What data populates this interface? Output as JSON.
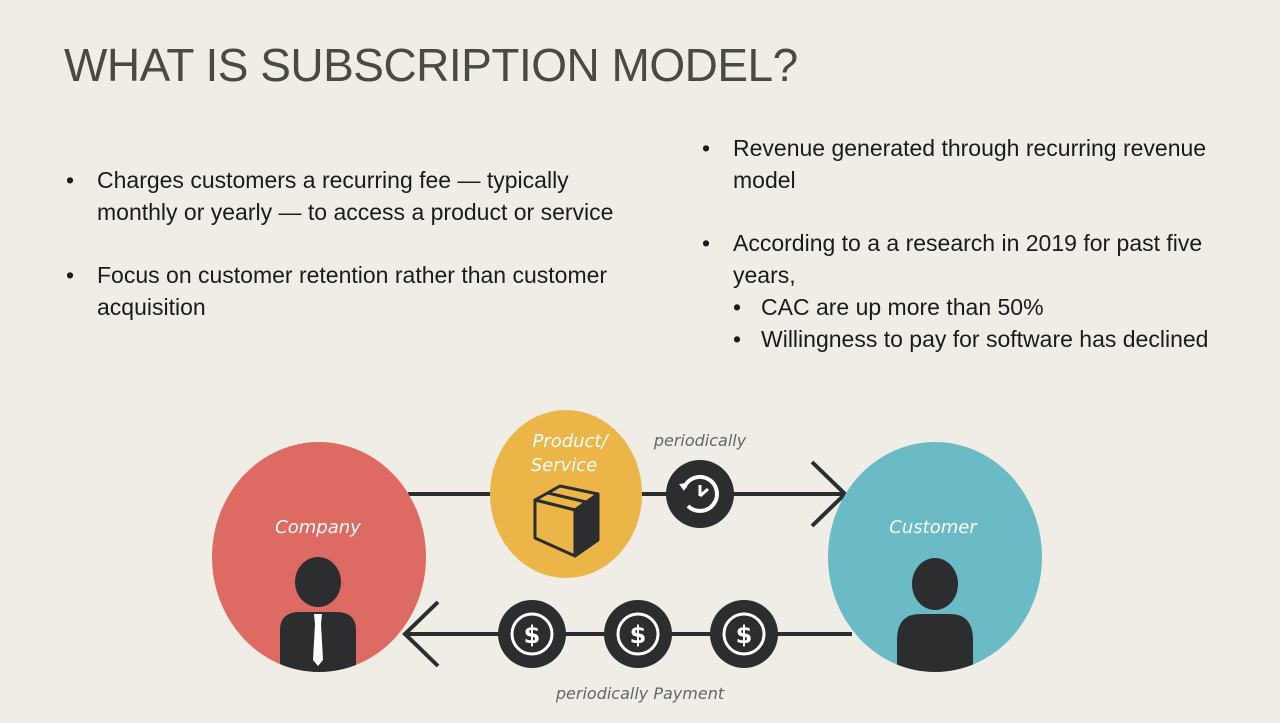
{
  "title": "WHAT IS SUBSCRIPTION MODEL?",
  "left_bullets": [
    "Charges customers a recurring fee — typically monthly or yearly — to access a product or service",
    "Focus on customer retention rather than customer acquisition"
  ],
  "right_bullets": {
    "first": "Revenue generated through recurring revenue model",
    "second": "According to a a research in 2019 for past five years,",
    "sub": [
      "CAC are up more than 50%",
      "Willingness to pay for software has declined"
    ]
  },
  "diagram": {
    "company": "Company",
    "customer": "Customer",
    "product_line1": "Product/",
    "product_line2": "Service",
    "periodically": "periodically",
    "payment": "periodically Payment",
    "dollar": "$",
    "colors": {
      "company": "#de6b63",
      "customer": "#6bbbc7",
      "product": "#ebb548",
      "dark": "#2b2d2e"
    }
  }
}
